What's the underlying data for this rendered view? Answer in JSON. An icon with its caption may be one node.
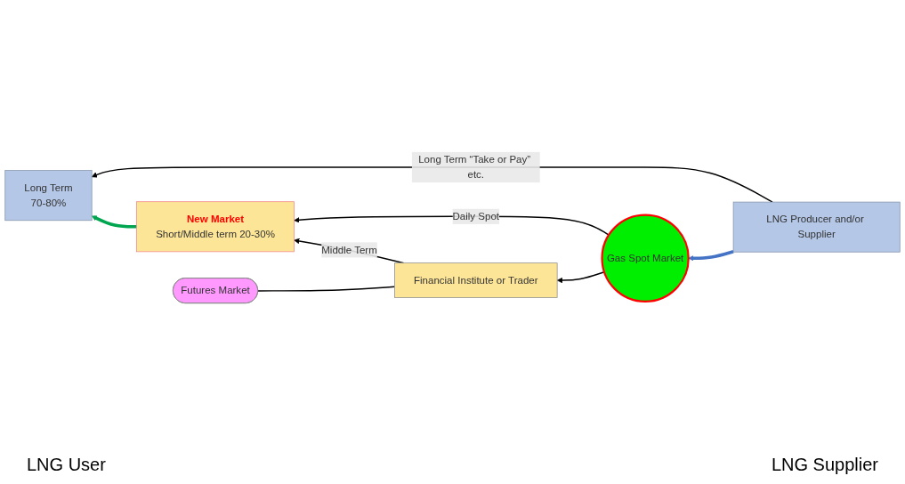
{
  "diagram": {
    "nodes": [
      {
        "text": [
          "New Market",
          "Short/Middle term 20-30%"
        ]
      },
      {
        "text": [
          "Long Term",
          "70-80%"
        ]
      },
      {
        "text": [
          "Financial Institute or Trader"
        ]
      },
      {
        "text": [
          "Futures Market"
        ]
      },
      {
        "text": [
          "Gas Spot Market"
        ]
      },
      {
        "text": [
          "LNG Producer and/or Supplier"
        ]
      }
    ],
    "edges": [
      {
        "from": 4,
        "to": 0,
        "arrow": "to",
        "label": "Daily Spot"
      },
      {
        "from": 4,
        "to": 2,
        "arrow": "to"
      },
      {
        "from": 2,
        "to": 0,
        "arrow": "to",
        "label": "Middle Term"
      },
      {
        "from": 2,
        "to": 3,
        "arrow": "none"
      },
      {
        "from": 5,
        "to": 1,
        "arrow": "to",
        "label": "Long Term “Take or Pay” etc."
      },
      {
        "from": 5,
        "to": 4,
        "arrow": "to",
        "style": "thick",
        "color": "#4472c4"
      },
      {
        "from": 0,
        "to": 1,
        "arrow": "to",
        "style": "thick",
        "color": "#00a550"
      }
    ],
    "labels": [
      "LNG User",
      "LNG Supplier"
    ]
  }
}
